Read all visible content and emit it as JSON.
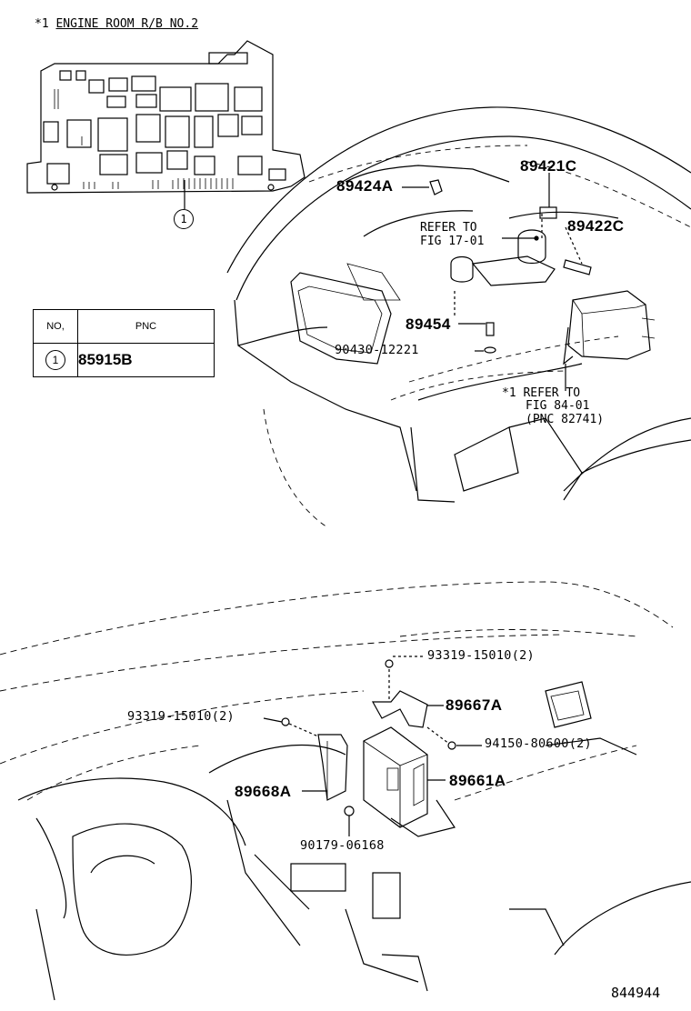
{
  "title_note": "*1",
  "title_text": "ENGINE ROOM R/B NO.2",
  "table": {
    "col_no": "NO,",
    "col_pnc": "PNC",
    "rows": [
      {
        "no": "1",
        "pnc": "85915B"
      }
    ]
  },
  "callout_1": "1",
  "parts": {
    "p89424A": "89424A",
    "p89421C": "89421C",
    "p89422C": "89422C",
    "p89454": "89454",
    "p90430": "90430-12221",
    "p93319_top": "93319-15010(2)",
    "p89667A": "89667A",
    "p93319_left": "93319-15010(2)",
    "p94150": "94150-80600(2)",
    "p89661A": "89661A",
    "p89668A": "89668A",
    "p90179": "90179-06168"
  },
  "refs": {
    "refer_fig17_l1": "REFER TO",
    "refer_fig17_l2": "FIG 17-01",
    "refer_fig84_l1": "*1 REFER TO",
    "refer_fig84_l2": "FIG 84-01",
    "refer_fig84_l3": "(PNC 82741)"
  },
  "diagram_id": "844944"
}
